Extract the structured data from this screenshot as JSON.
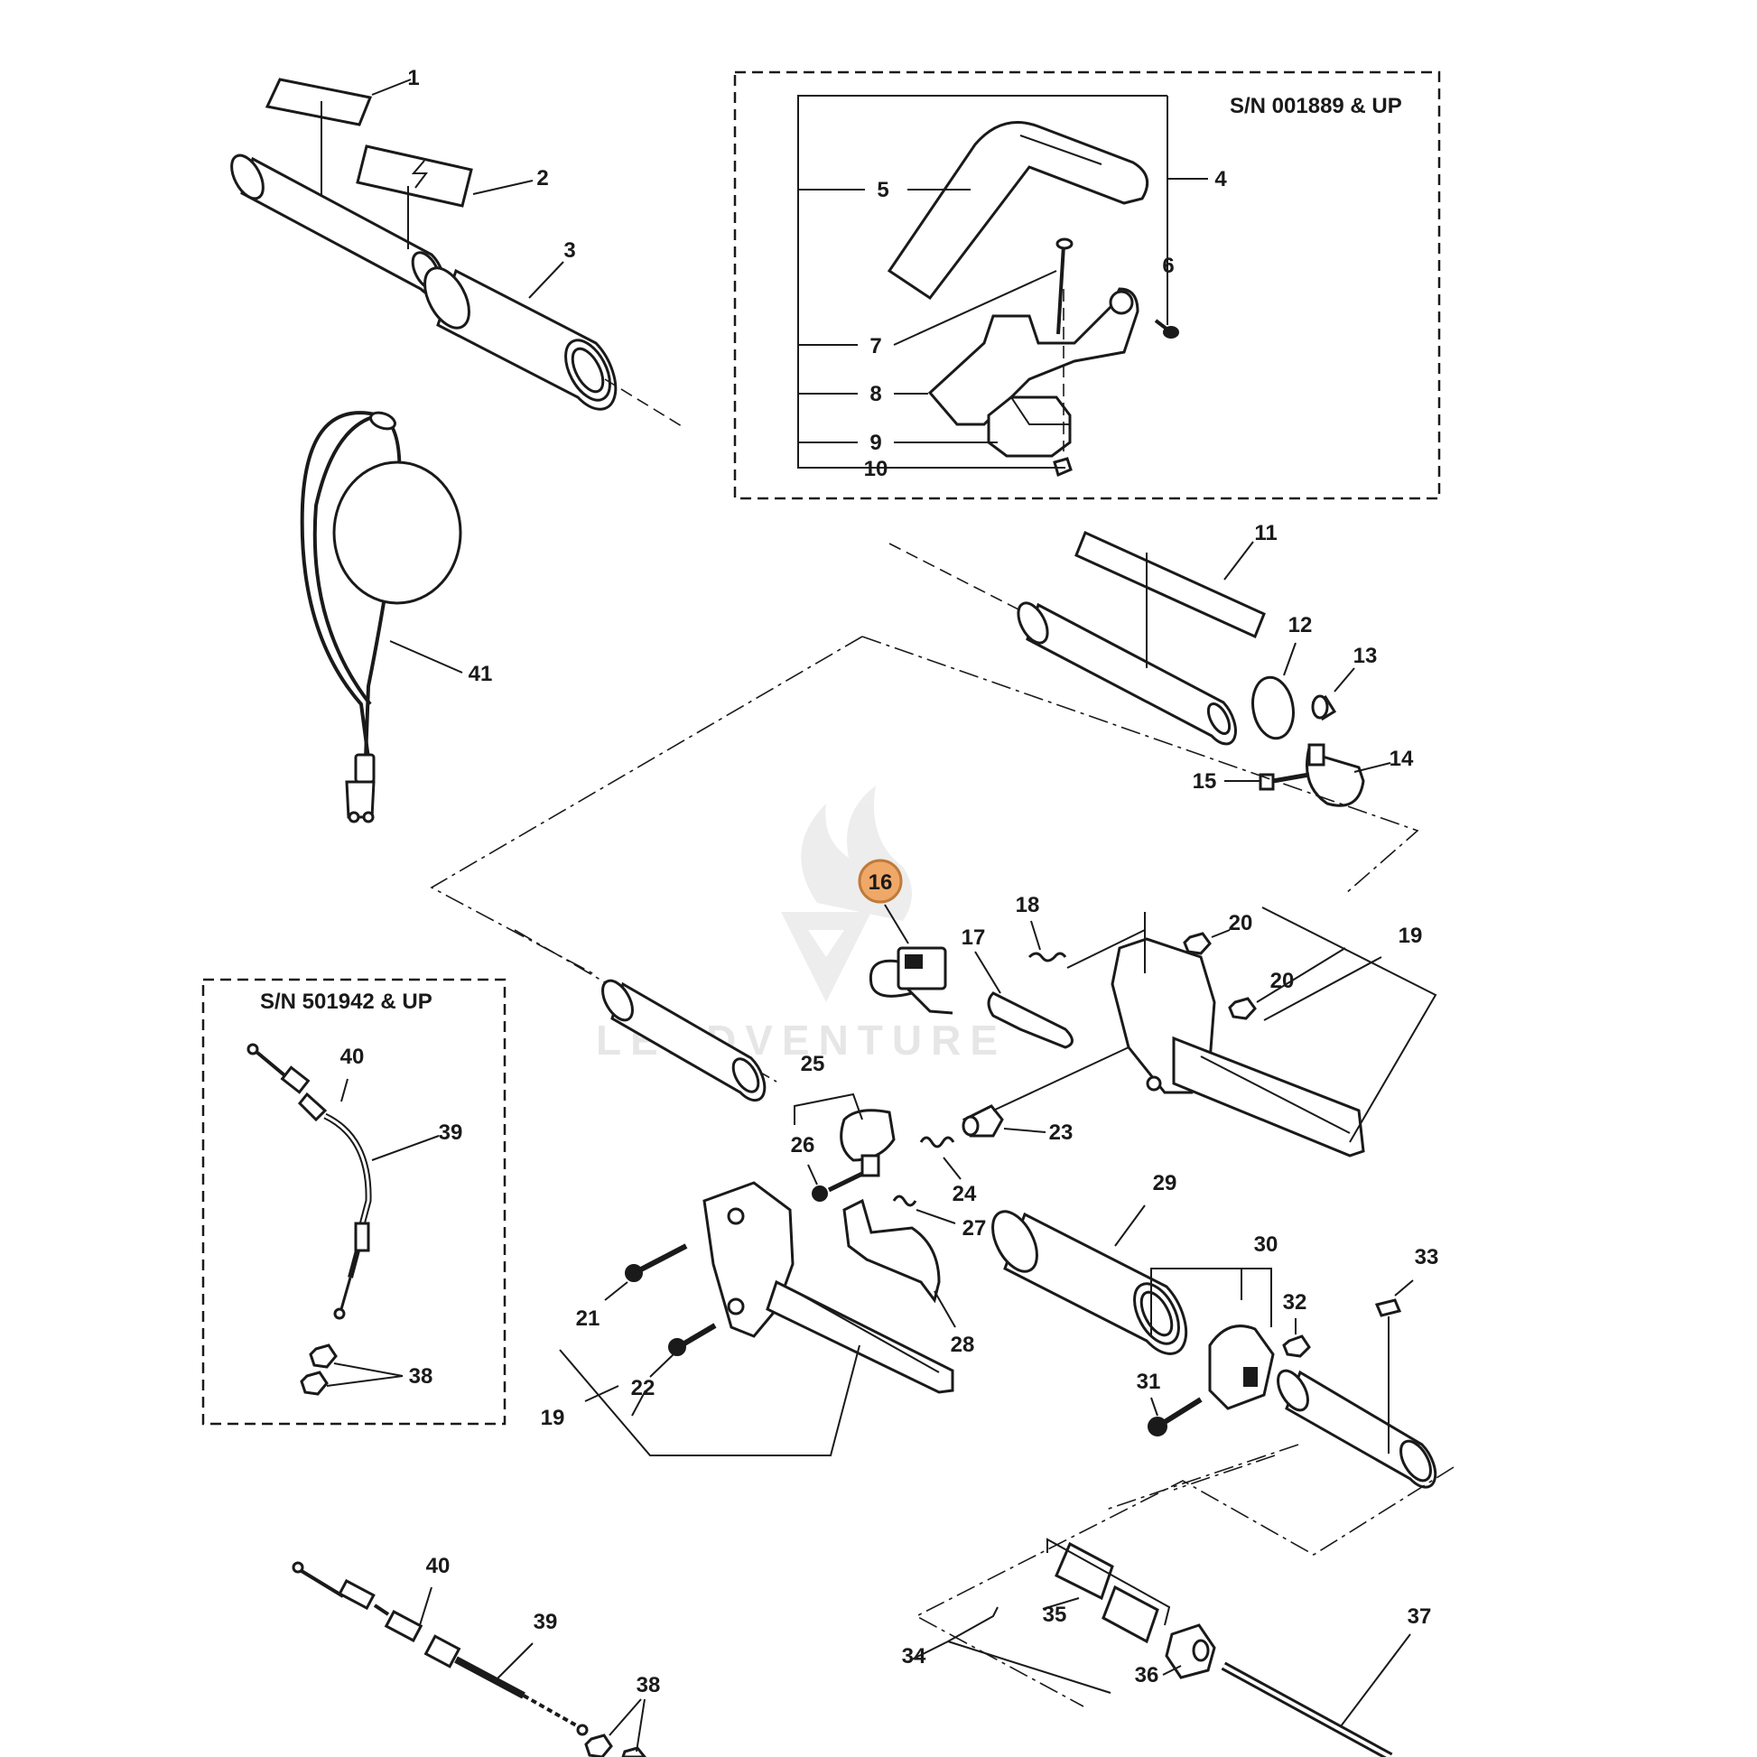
{
  "boxes": {
    "upper_right": "S/N 001889 & UP",
    "left": "S/N 501942 & UP"
  },
  "watermark": "LEADVENTURE",
  "highlight_color": "#f0a868",
  "parts": [
    {
      "id": "p1",
      "text": "1"
    },
    {
      "id": "p2",
      "text": "2"
    },
    {
      "id": "p3",
      "text": "3"
    },
    {
      "id": "p4",
      "text": "4"
    },
    {
      "id": "p5",
      "text": "5"
    },
    {
      "id": "p6",
      "text": "6"
    },
    {
      "id": "p7",
      "text": "7"
    },
    {
      "id": "p8",
      "text": "8"
    },
    {
      "id": "p9",
      "text": "9"
    },
    {
      "id": "p10",
      "text": "10"
    },
    {
      "id": "p11",
      "text": "11"
    },
    {
      "id": "p12",
      "text": "12"
    },
    {
      "id": "p13",
      "text": "13"
    },
    {
      "id": "p14",
      "text": "14"
    },
    {
      "id": "p15",
      "text": "15"
    },
    {
      "id": "p16",
      "text": "16",
      "highlighted": true
    },
    {
      "id": "p17",
      "text": "17"
    },
    {
      "id": "p18",
      "text": "18"
    },
    {
      "id": "p19a",
      "text": "19"
    },
    {
      "id": "p19b",
      "text": "19"
    },
    {
      "id": "p20a",
      "text": "20"
    },
    {
      "id": "p20b",
      "text": "20"
    },
    {
      "id": "p21",
      "text": "21"
    },
    {
      "id": "p22",
      "text": "22"
    },
    {
      "id": "p23",
      "text": "23"
    },
    {
      "id": "p24",
      "text": "24"
    },
    {
      "id": "p25",
      "text": "25"
    },
    {
      "id": "p26",
      "text": "26"
    },
    {
      "id": "p27",
      "text": "27"
    },
    {
      "id": "p28",
      "text": "28"
    },
    {
      "id": "p29",
      "text": "29"
    },
    {
      "id": "p30",
      "text": "30"
    },
    {
      "id": "p31",
      "text": "31"
    },
    {
      "id": "p32",
      "text": "32"
    },
    {
      "id": "p33",
      "text": "33"
    },
    {
      "id": "p34",
      "text": "34"
    },
    {
      "id": "p35",
      "text": "35"
    },
    {
      "id": "p36",
      "text": "36"
    },
    {
      "id": "p37",
      "text": "37"
    },
    {
      "id": "p38a",
      "text": "38"
    },
    {
      "id": "p38b",
      "text": "38"
    },
    {
      "id": "p39a",
      "text": "39"
    },
    {
      "id": "p39b",
      "text": "39"
    },
    {
      "id": "p40a",
      "text": "40"
    },
    {
      "id": "p40b",
      "text": "40"
    },
    {
      "id": "p41",
      "text": "41"
    }
  ]
}
